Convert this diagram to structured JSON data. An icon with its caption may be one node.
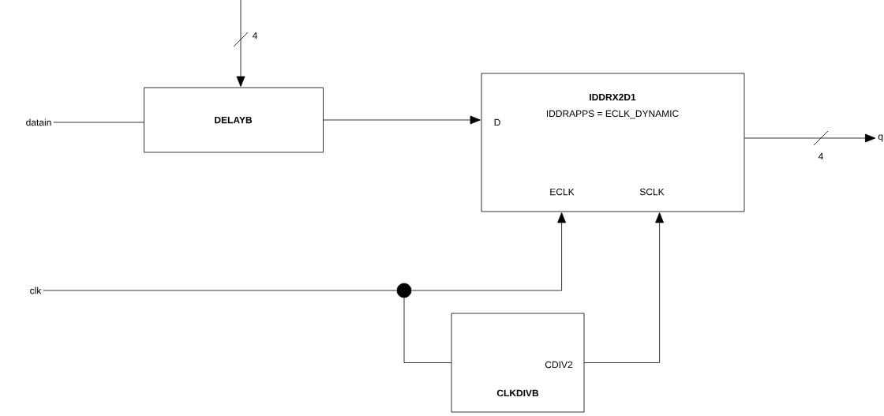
{
  "diagram": {
    "nodes": [
      {
        "text": [
          "datain"
        ]
      },
      {
        "text": [
          "DELAYB"
        ]
      },
      {
        "text": [
          "IDDRX2D1",
          "IDDRAPPS = ECLK_DYNAMIC"
        ]
      },
      {
        "text": [
          "q"
        ]
      },
      {
        "text": [
          "clk"
        ]
      },
      {
        "text": [],
        "shape": "circle"
      },
      {
        "text": [
          "CLKDIVB"
        ]
      }
    ],
    "edges": [
      {
        "from": null,
        "to": 1,
        "arrow": "to",
        "label": "4"
      },
      {
        "from": 0,
        "to": 1,
        "arrow": "none"
      },
      {
        "from": 1,
        "to": 2,
        "arrow": "to"
      },
      {
        "from": 2,
        "to": 3,
        "arrow": "to",
        "label": "4"
      },
      {
        "from": 4,
        "to": 5,
        "arrow": "none"
      },
      {
        "from": 5,
        "to": 2,
        "arrow": "to"
      },
      {
        "from": 5,
        "to": 6,
        "arrow": "none"
      },
      {
        "from": 6,
        "to": 2,
        "arrow": "to"
      }
    ],
    "labels": [
      "D",
      "ECLK",
      "SCLK",
      "CDIV2"
    ]
  }
}
